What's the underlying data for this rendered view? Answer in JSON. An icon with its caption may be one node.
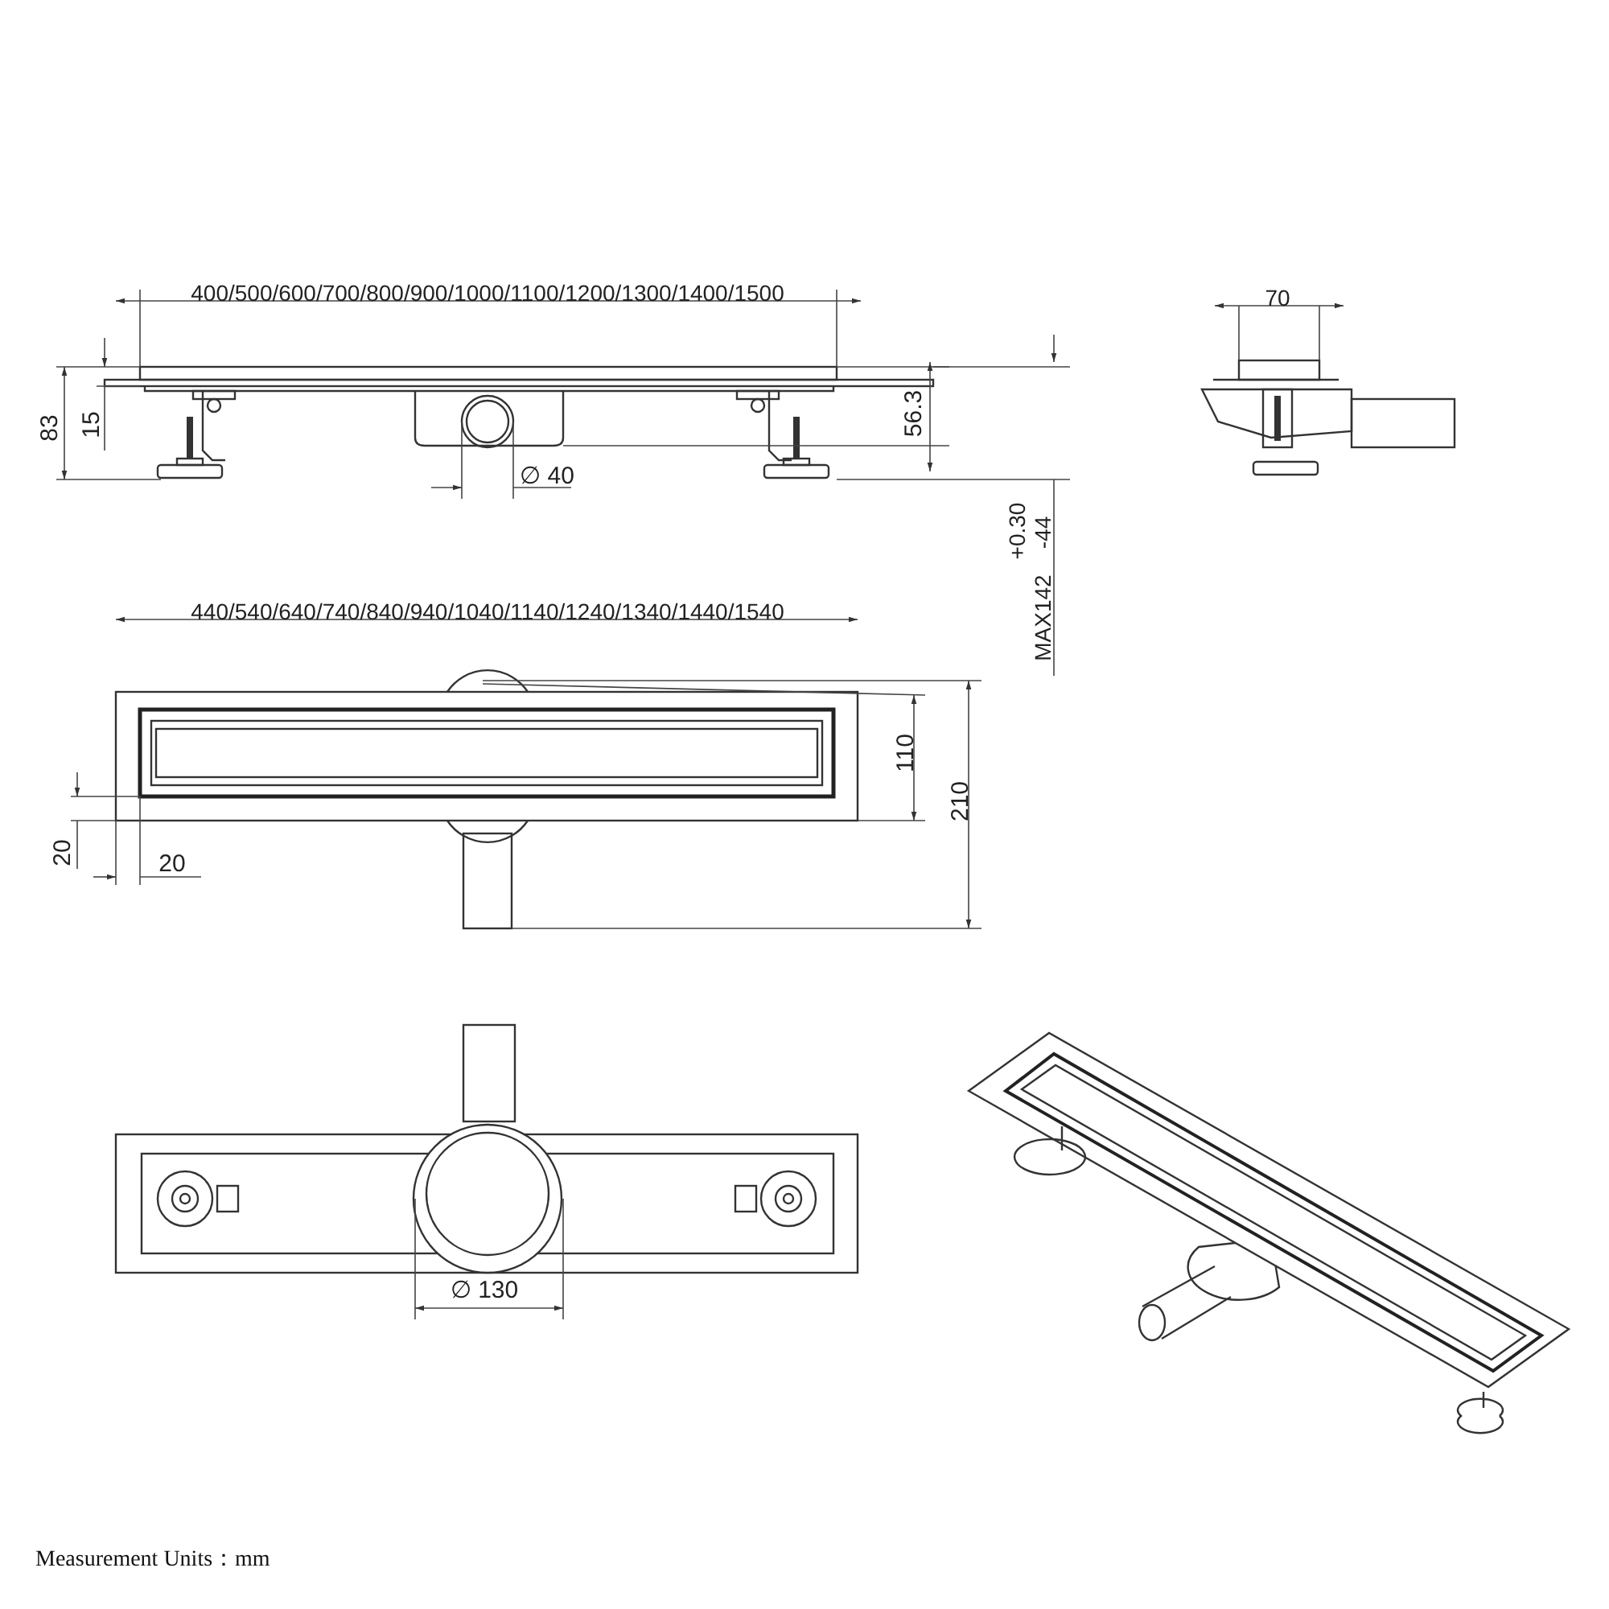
{
  "diagram": {
    "labels": [
      "400/500/600/700/800/900/1000/1100/1200/1300/1400/1500",
      "70",
      "83",
      "15",
      "56.3",
      "∅ 40",
      "MAX142",
      "+0.30",
      "-44",
      "440/540/640/740/840/940/1040/1140/1240/1340/1440/1540",
      "110",
      "210",
      "20",
      "20",
      "∅ 130",
      "Measurement Units：mm"
    ]
  }
}
